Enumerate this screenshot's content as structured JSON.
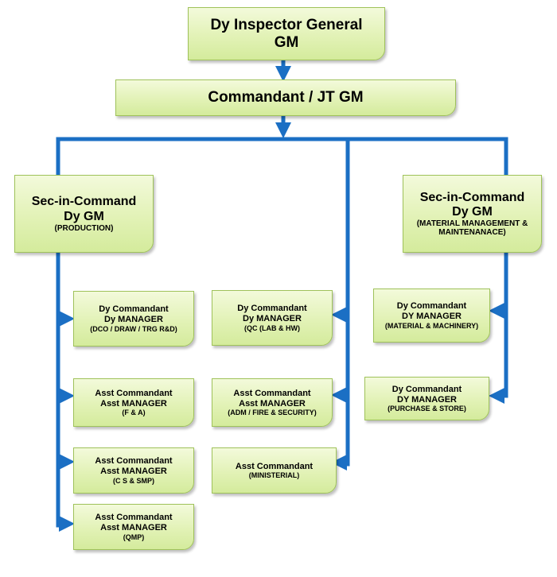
{
  "colors": {
    "connector": "#1b6fc4",
    "box_fill": "#e2f2b6",
    "box_border": "#9fc25a"
  },
  "top": {
    "line1": "Dy Inspector General",
    "line2": "GM"
  },
  "commandant": {
    "label": "Commandant / JT GM"
  },
  "left_head": {
    "line1": "Sec-in-Command",
    "line2": "Dy GM",
    "sub": "(PRODUCTION)"
  },
  "right_head": {
    "line1": "Sec-in-Command",
    "line2": "Dy GM",
    "sub1": "(MATERIAL MANAGEMENT &",
    "sub2": "MAINTENANACE)"
  },
  "left_items": [
    {
      "line1": "Dy Commandant",
      "line2": "Dy MANAGER",
      "sub": "(DCO / DRAW / TRG R&D)"
    },
    {
      "line1": "Asst Commandant",
      "line2": "Asst MANAGER",
      "sub": "(F & A)"
    },
    {
      "line1": "Asst Commandant",
      "line2": "Asst MANAGER",
      "sub": "(C S & SMP)"
    },
    {
      "line1": "Asst Commandant",
      "line2": "Asst MANAGER",
      "sub": "(QMP)"
    }
  ],
  "center_items": [
    {
      "line1": "Dy Commandant",
      "line2": "Dy MANAGER",
      "sub": "(QC (LAB & HW)"
    },
    {
      "line1": "Asst Commandant",
      "line2": "Asst MANAGER",
      "sub": "(ADM / FIRE & SECURITY)"
    },
    {
      "line1": "Asst Commandant",
      "sub": "(MINISTERIAL)"
    }
  ],
  "right_items": [
    {
      "line1": "Dy Commandant",
      "line2": "DY MANAGER",
      "sub": "(MATERIAL & MACHINERY)"
    },
    {
      "line1": "Dy Commandant",
      "line2": "DY MANAGER",
      "sub": "(PURCHASE & STORE)"
    }
  ]
}
